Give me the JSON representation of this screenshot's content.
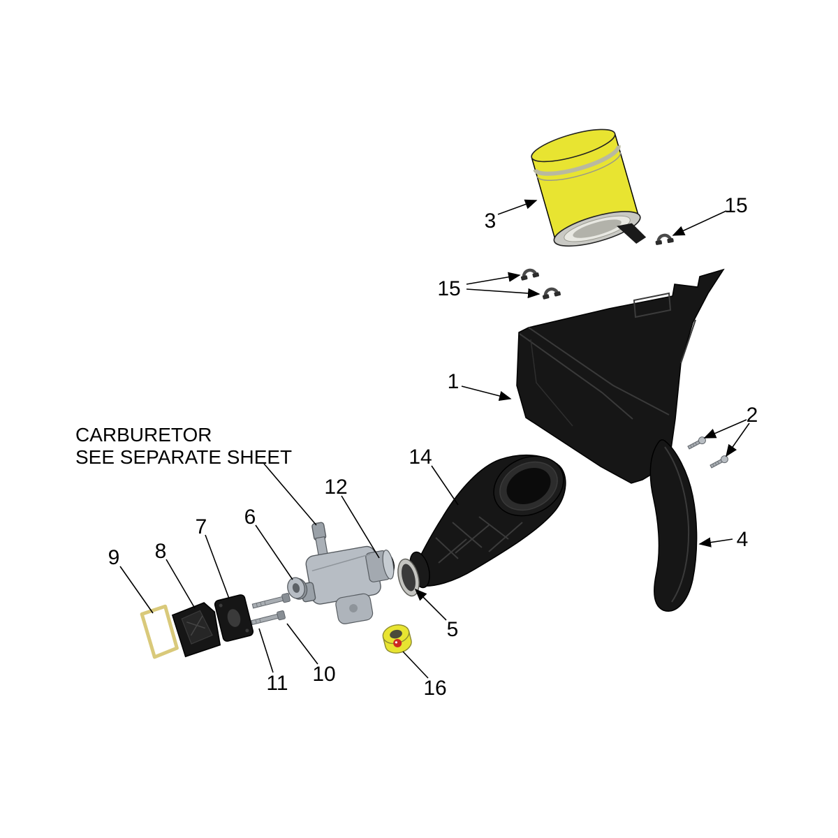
{
  "note": {
    "line1": "CARBURETOR",
    "line2": "SEE SEPARATE SHEET"
  },
  "labels": {
    "l1": "1",
    "l2": "2",
    "l3": "3",
    "l4": "4",
    "l5": "5",
    "l6": "6",
    "l7": "7",
    "l8": "8",
    "l9": "9",
    "l10": "10",
    "l11": "11",
    "l12": "12",
    "l14": "14",
    "l15_right": "15",
    "l15_left": "15",
    "l16": "16"
  },
  "colors": {
    "filter_yellow": "#e8e431",
    "ring_yellow": "#e8e431",
    "gasket_tan": "#d9c97a",
    "logo_red": "#cc2a22",
    "part_black": "#161616",
    "carb_gray": "#b7bdc4",
    "line_black": "#000000"
  }
}
